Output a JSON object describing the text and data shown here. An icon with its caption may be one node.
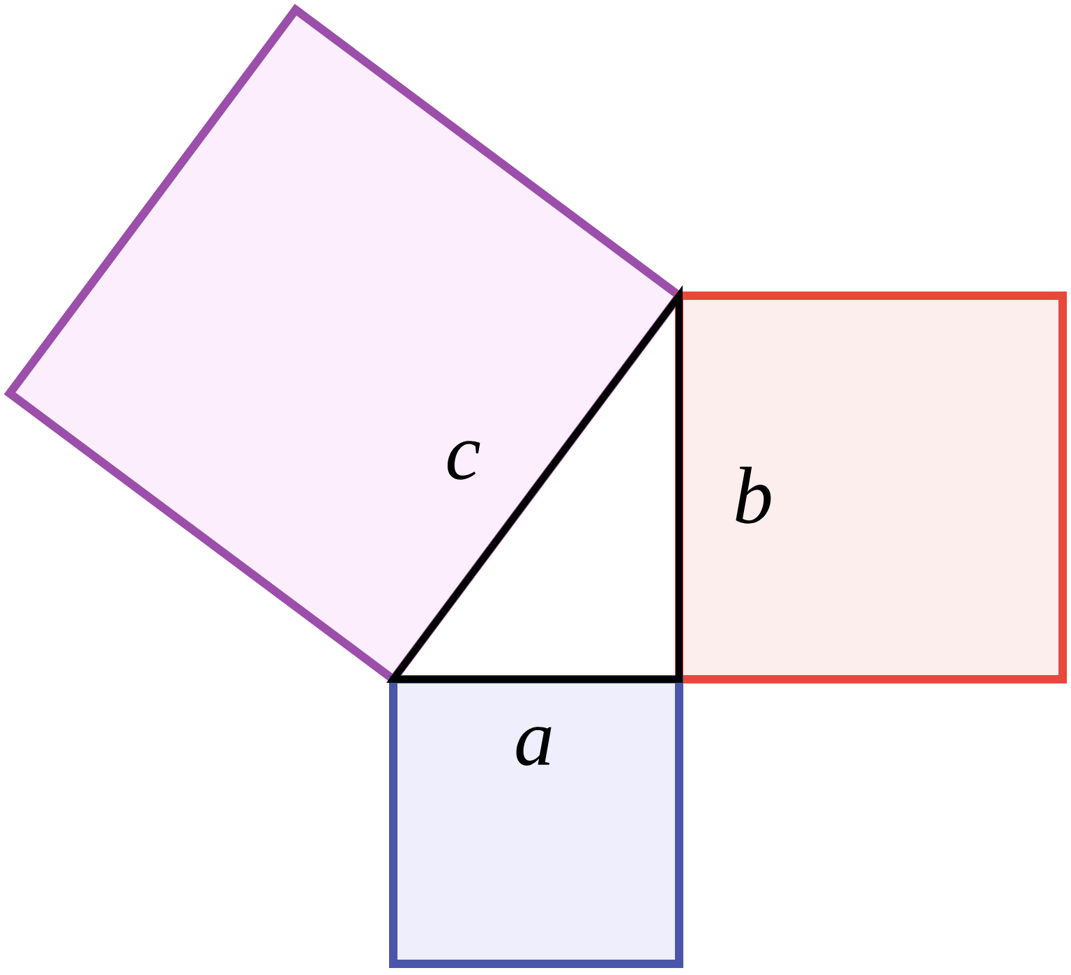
{
  "diagram": {
    "nodes": [
      {
        "text": [
          "c"
        ]
      },
      {
        "text": [
          "b"
        ]
      },
      {
        "text": [
          "a"
        ]
      },
      {
        "text": [],
        "shape": "triangle"
      }
    ]
  }
}
